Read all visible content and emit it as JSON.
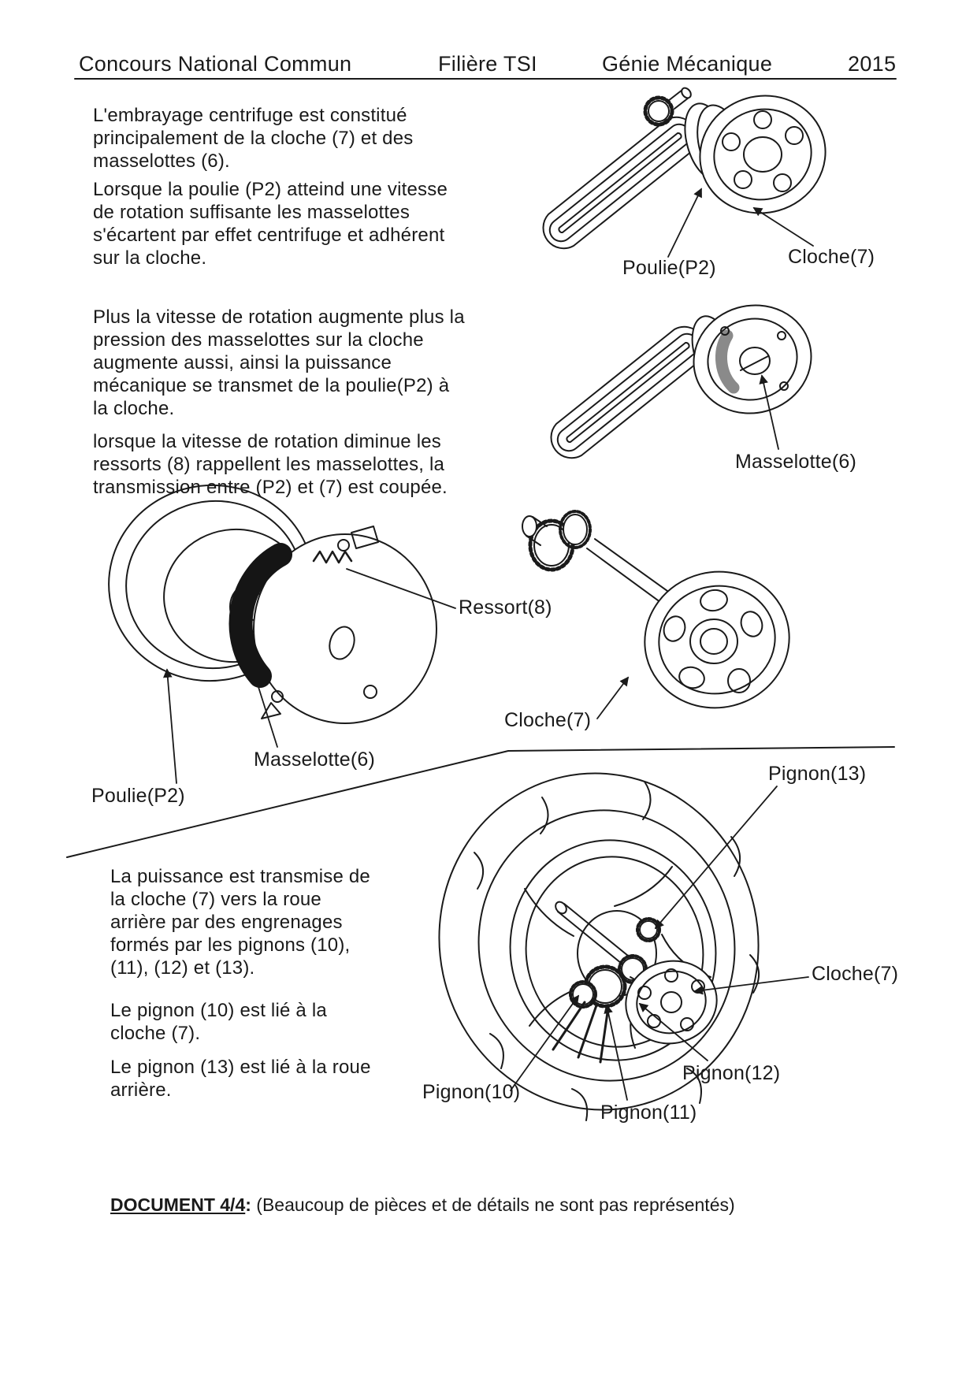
{
  "colors": {
    "ink": "#1a1a1a",
    "paper": "#ffffff",
    "masselotte_black": "#151515",
    "masselotte_gray": "#8a8a8a"
  },
  "header": {
    "exam": "Concours National Commun",
    "track": "Filière TSI",
    "subject": "Génie Mécanique",
    "year": "2015"
  },
  "intro": {
    "p1": "L'embrayage centrifuge est constitué\nprincipalement de la cloche (7) et des\nmasselottes (6).",
    "p2": "Lorsque la poulie (P2) atteind une vitesse\nde rotation suffisante les masselottes\ns'écartent par effet centrifuge et adhérent\nsur la cloche.",
    "p3": "Plus la vitesse de rotation augmente plus la\npression des masselottes sur la cloche\naugmente aussi, ainsi la puissance\nmécanique se transmet de la poulie(P2) à\nla cloche.",
    "p4": "lorsque la vitesse de rotation diminue les\nressorts (8) rappellent les masselottes, la\ntransmission entre (P2) et (7) est coupée."
  },
  "transmission": {
    "p1": "La puissance est transmise de\nla cloche (7) vers la roue\narrière par des engrenages\nformés par les pignons (10),\n(11), (12) et (13).",
    "p2": "Le pignon (10) est lié à la\ncloche (7).",
    "p3": "Le pignon (13) est lié à la roue\narrière."
  },
  "labels": {
    "poulie_p2_top": "Poulie(P2)",
    "cloche_7_top": "Cloche(7)",
    "masselotte_6_side": "Masselotte(6)",
    "ressort_8": "Ressort(8)",
    "cloche_7_mid": "Cloche(7)",
    "masselotte_6_exploded": "Masselotte(6)",
    "poulie_p2_exploded": "Poulie(P2)",
    "pignon_13": "Pignon(13)",
    "cloche_7_wheel": "Cloche(7)",
    "pignon_12": "Pignon(12)",
    "pignon_11": "Pignon(11)",
    "pignon_10": "Pignon(10)"
  },
  "footer": {
    "doc_label": "DOCUMENT 4/4",
    "colon": ":",
    "note": " (Beaucoup de pièces et de détails ne sont pas représentés)"
  }
}
